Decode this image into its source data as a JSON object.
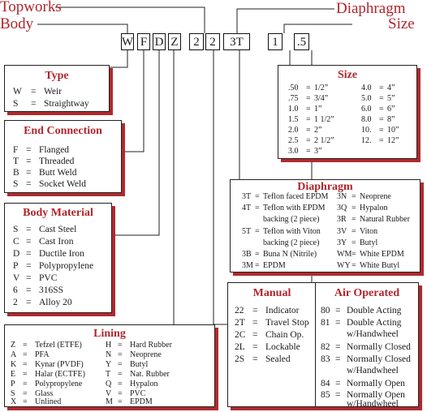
{
  "headers": {
    "topworks": "Topworks",
    "body": "Body",
    "diaphragm": "Diaphragm",
    "size": "Size"
  },
  "code": [
    "W",
    "F",
    "D",
    "Z",
    "2",
    "2",
    "3T",
    "1",
    ".5"
  ],
  "type": {
    "title": "Type",
    "items": [
      {
        "k": "W",
        "v": "Weir"
      },
      {
        "k": "S",
        "v": "Straightway"
      }
    ]
  },
  "end_connection": {
    "title": "End Connection",
    "items": [
      {
        "k": "F",
        "v": "Flanged"
      },
      {
        "k": "T",
        "v": "Threaded"
      },
      {
        "k": "B",
        "v": "Butt Weld"
      },
      {
        "k": "S",
        "v": "Socket Weld"
      }
    ]
  },
  "body_material": {
    "title": "Body Material",
    "items": [
      {
        "k": "S",
        "v": "Cast Steel"
      },
      {
        "k": "C",
        "v": "Cast Iron"
      },
      {
        "k": "D",
        "v": "Ductile Iron"
      },
      {
        "k": "P",
        "v": "Polypropylene"
      },
      {
        "k": "V",
        "v": "PVC"
      },
      {
        "k": "6",
        "v": "316SS"
      },
      {
        "k": "2",
        "v": "Alloy 20"
      }
    ]
  },
  "lining": {
    "title": "Lining",
    "left": [
      {
        "k": "Z",
        "v": "Tefzel (ETFE)"
      },
      {
        "k": "A",
        "v": "PFA"
      },
      {
        "k": "K",
        "v": "Kynar (PVDF)"
      },
      {
        "k": "E",
        "v": "Halar (ECTFE)"
      },
      {
        "k": "P",
        "v": "Polypropylene"
      },
      {
        "k": "S",
        "v": "Glass"
      },
      {
        "k": "X",
        "v": "Unlined"
      }
    ],
    "right": [
      {
        "k": "H",
        "v": "Hard Rubber"
      },
      {
        "k": "N",
        "v": "Neoprene"
      },
      {
        "k": "Y",
        "v": "Butyl"
      },
      {
        "k": "T",
        "v": "Nat. Rubber"
      },
      {
        "k": "Q",
        "v": "Hypalon"
      },
      {
        "k": "V",
        "v": "PVC"
      },
      {
        "k": "M",
        "v": "EPDM"
      }
    ]
  },
  "size": {
    "title": "Size",
    "left": [
      {
        "k": ".50",
        "v": "1/2”"
      },
      {
        "k": ".75",
        "v": "3/4”"
      },
      {
        "k": "1.0",
        "v": "1”"
      },
      {
        "k": "1.5",
        "v": "1 1/2”"
      },
      {
        "k": "2.0",
        "v": "2”"
      },
      {
        "k": "2.5",
        "v": "2 1/2”"
      },
      {
        "k": "3.0",
        "v": "3”"
      }
    ],
    "right": [
      {
        "k": "4.0",
        "v": "4”"
      },
      {
        "k": "5.0",
        "v": "5”"
      },
      {
        "k": "6.0",
        "v": "6”"
      },
      {
        "k": "8.0",
        "v": "8”"
      },
      {
        "k": "10.",
        "v": "10”"
      },
      {
        "k": "12.",
        "v": "12”"
      }
    ]
  },
  "diaphragm": {
    "title": "Diaphragm",
    "left": [
      {
        "k": "3T",
        "v": "Teflon faced EPDM"
      },
      {
        "k": "4T",
        "v": "Teflon with EPDM"
      },
      {
        "k": "",
        "v": "backing (2 piece)"
      },
      {
        "k": "5T",
        "v": "Teflon with Viton"
      },
      {
        "k": "",
        "v": "backing (2 piece)"
      },
      {
        "k": "3B",
        "v": "Buna N (Nitrile)"
      },
      {
        "k": "3M",
        "v": "EPDM"
      }
    ],
    "right": [
      {
        "k": "3N",
        "v": "Neoprene"
      },
      {
        "k": "3Q",
        "v": "Hypalon"
      },
      {
        "k": "3R",
        "v": "Natural Rubber"
      },
      {
        "k": "3V",
        "v": "Viton"
      },
      {
        "k": "3Y",
        "v": "Butyl"
      },
      {
        "k": "WM",
        "v": "White EPDM"
      },
      {
        "k": "WY",
        "v": "White Butyl"
      }
    ]
  },
  "manual": {
    "title": "Manual",
    "items": [
      {
        "k": "22",
        "v": "Indicator"
      },
      {
        "k": "2T",
        "v": "Travel Stop"
      },
      {
        "k": "2C",
        "v": "Chain Op."
      },
      {
        "k": "2L",
        "v": "Lockable"
      },
      {
        "k": "2S",
        "v": "Sealed"
      }
    ]
  },
  "air_operated": {
    "title": "Air Operated",
    "items": [
      {
        "k": "80",
        "v": "Double Acting"
      },
      {
        "k": "81",
        "v": "Double Acting"
      },
      {
        "k": "",
        "v": "w/Handwheel"
      },
      {
        "k": "82",
        "v": "Normally Closed"
      },
      {
        "k": "83",
        "v": "Normally Closed"
      },
      {
        "k": "",
        "v": "w/Handwheel"
      },
      {
        "k": "84",
        "v": "Normally Open"
      },
      {
        "k": "85",
        "v": "Normally Open"
      },
      {
        "k": "",
        "v": "w/Handwheel"
      }
    ]
  },
  "separator": "="
}
